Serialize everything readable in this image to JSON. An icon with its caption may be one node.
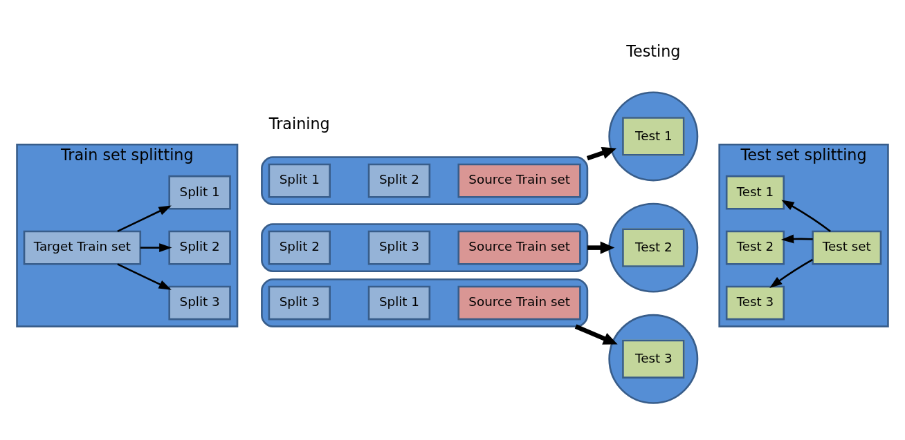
{
  "diagram": {
    "nodes": [
      {
        "text": [
          "Train set splitting"
        ]
      },
      {
        "text": [
          "Target Train set"
        ],
        "in": 0
      },
      {
        "text": [
          "Split 1"
        ],
        "in": 0
      },
      {
        "text": [
          "Split 2"
        ],
        "in": 0
      },
      {
        "text": [
          "Split 3"
        ],
        "in": 0
      },
      {
        "text": [],
        "shape": "ellipse"
      },
      {
        "text": [
          "Split 1"
        ],
        "in": 5
      },
      {
        "text": [
          "Split 2"
        ],
        "in": 5
      },
      {
        "text": [
          "Source Train set"
        ],
        "in": 5
      },
      {
        "text": [
          "Test 1"
        ]
      },
      {
        "text": [],
        "shape": "ellipse"
      },
      {
        "text": [
          "Split 2"
        ],
        "in": 10
      },
      {
        "text": [
          "Split 3"
        ],
        "in": 10
      },
      {
        "text": [
          "Source Train set"
        ],
        "in": 10
      },
      {
        "text": [
          "Test 2"
        ]
      },
      {
        "text": [],
        "shape": "ellipse"
      },
      {
        "text": [
          "Split 3"
        ],
        "in": 15
      },
      {
        "text": [
          "Split 1"
        ],
        "in": 15
      },
      {
        "text": [
          "Source Train set"
        ],
        "in": 15
      },
      {
        "text": [
          "Test 3"
        ]
      },
      {
        "text": [
          "Test set splitting"
        ]
      },
      {
        "text": [
          "Test 1"
        ],
        "in": 20
      },
      {
        "text": [
          "Test 2"
        ],
        "in": 20
      },
      {
        "text": [
          "Test 3"
        ],
        "in": 20
      },
      {
        "text": [
          "Test set"
        ],
        "in": 20
      }
    ],
    "edges": [
      {
        "from": 1,
        "to": 2,
        "arrow": "to"
      },
      {
        "from": 1,
        "to": 3,
        "arrow": "to"
      },
      {
        "from": 1,
        "to": 4,
        "arrow": "to"
      },
      {
        "from": 5,
        "to": 9,
        "arrow": "to",
        "style": "thick"
      },
      {
        "from": 10,
        "to": 14,
        "arrow": "to",
        "style": "thick"
      },
      {
        "from": 15,
        "to": 19,
        "arrow": "to",
        "style": "thick"
      },
      {
        "from": 24,
        "to": 21,
        "arrow": "to"
      },
      {
        "from": 24,
        "to": 22,
        "arrow": "to"
      },
      {
        "from": 24,
        "to": 23,
        "arrow": "to"
      }
    ],
    "labels": [
      "Training",
      "Testing"
    ]
  }
}
